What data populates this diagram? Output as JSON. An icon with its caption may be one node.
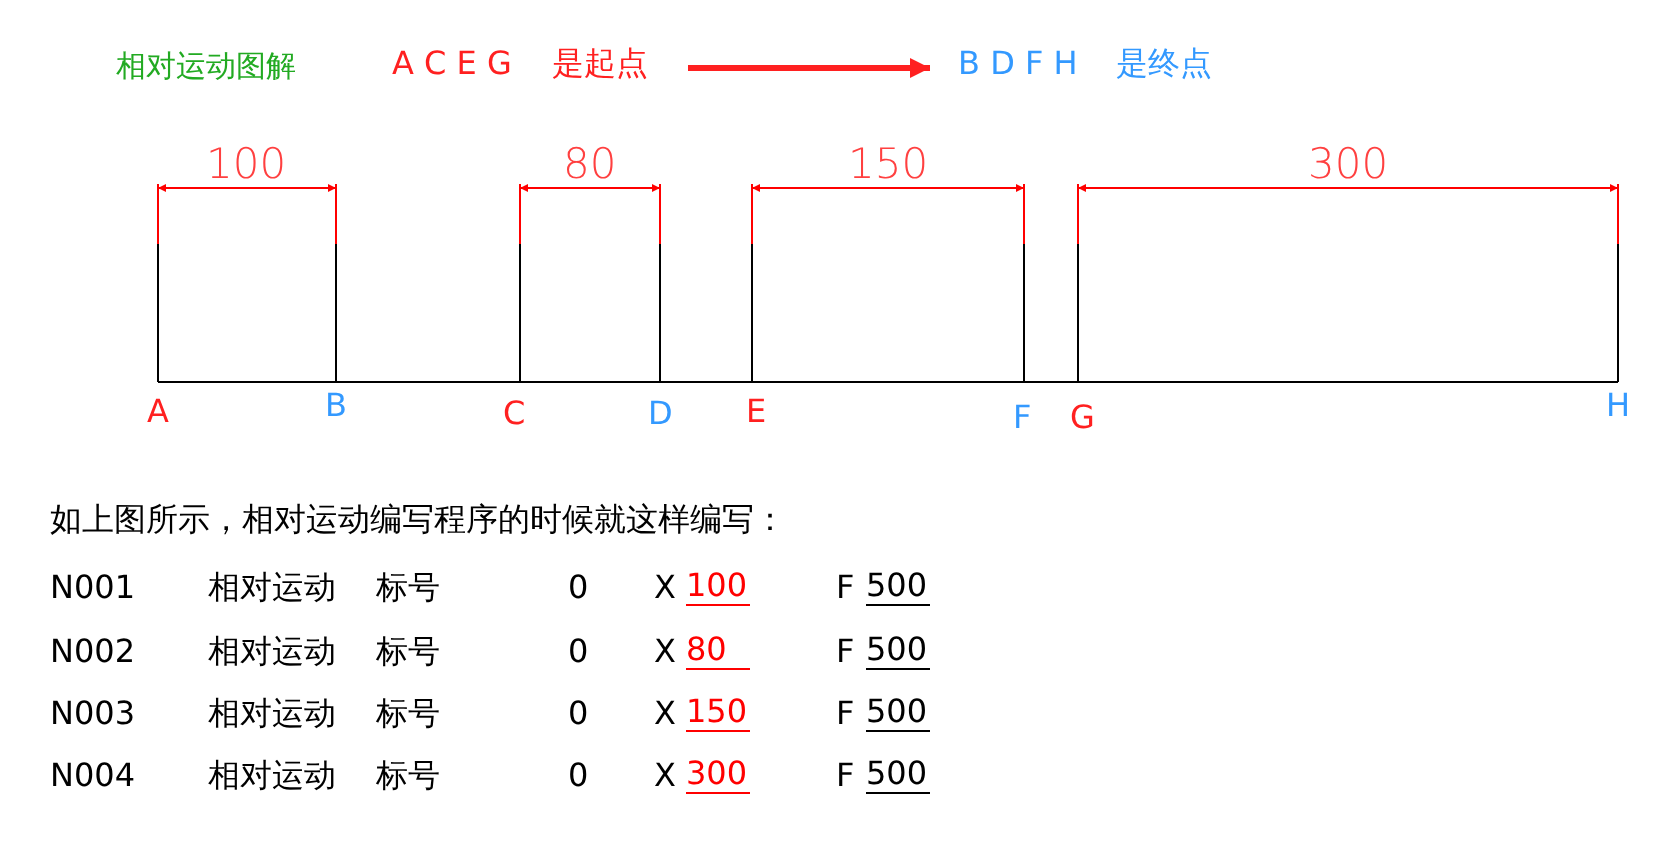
{
  "diagram": {
    "title": "相对运动图解",
    "nodes": [
      {
        "text": [
          "A C E G",
          "是起点"
        ]
      },
      {
        "text": [
          "B D F H",
          "是终点"
        ]
      }
    ],
    "edges": [
      {
        "from": 0,
        "to": 1,
        "arrow": "to"
      }
    ],
    "labels": [
      "100",
      "80",
      "150",
      "300",
      "A",
      "B",
      "C",
      "D",
      "E",
      "F",
      "G",
      "H",
      "如上图所示，相对运动编写程序的时候就这样编写：",
      "N001",
      "相对运动",
      "标号",
      "0",
      "X",
      "100",
      "F",
      "500",
      "N002",
      "相对运动",
      "标号",
      "0",
      "X",
      "80",
      "F",
      "500",
      "N003",
      "相对运动",
      "标号",
      "0",
      "X",
      "150",
      "F",
      "500",
      "N004",
      "相对运动",
      "标号",
      "0",
      "X",
      "300",
      "F",
      "500"
    ]
  }
}
